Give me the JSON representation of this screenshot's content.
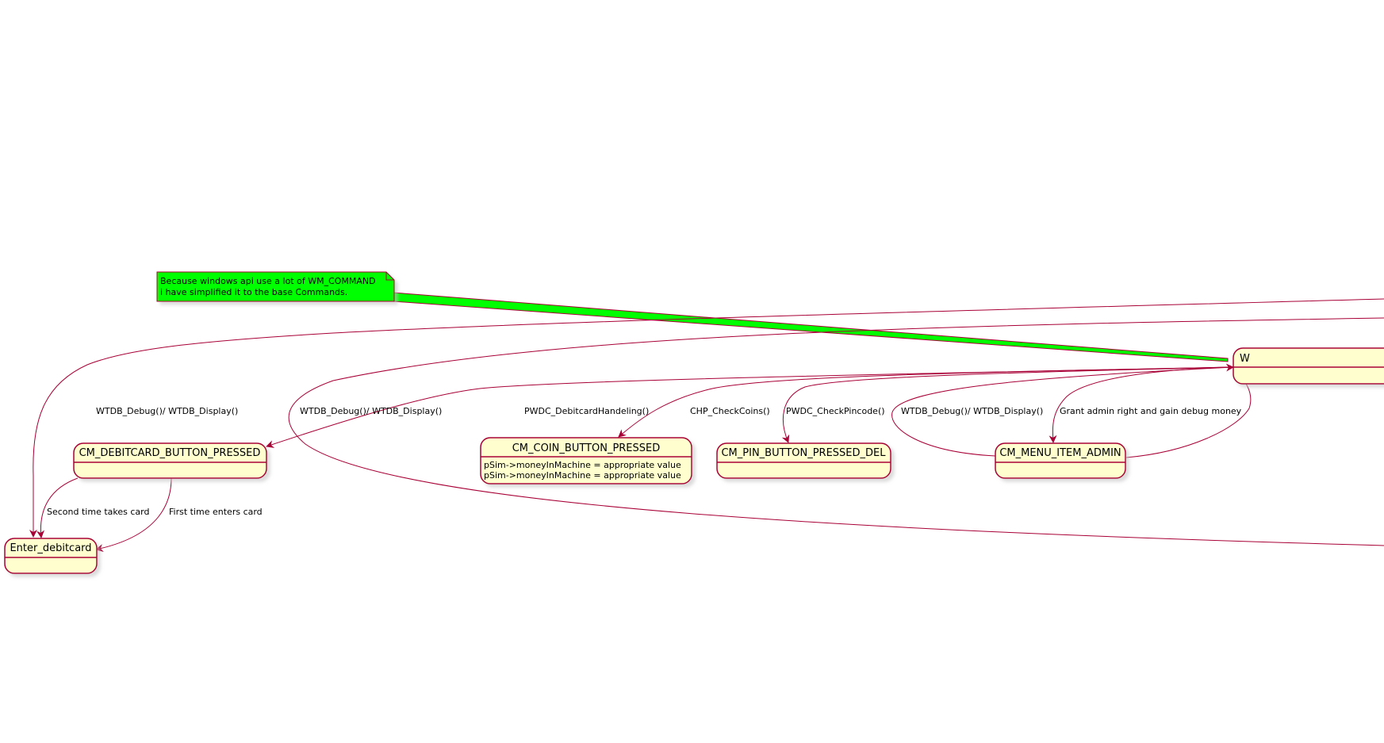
{
  "colors": {
    "state_fill": "#FEFECE",
    "state_border": "#A80036",
    "edge": "#A80036",
    "note_fill": "#00FF00",
    "shadow": "#999999"
  },
  "note": {
    "lines": [
      "Because windows api use a lot of WM_COMMAND",
      "i have simplified it to the base Commands."
    ]
  },
  "states": {
    "hub": {
      "name": "W"
    },
    "debitcard_button": {
      "name": "CM_DEBITCARD_BUTTON_PRESSED"
    },
    "coin_button": {
      "name": "CM_COIN_BUTTON_PRESSED",
      "body": [
        "pSim->moneyInMachine = appropriate value",
        "pSim->moneyInMachine = appropriate value"
      ]
    },
    "pin_button": {
      "name": "CM_PIN_BUTTON_PRESSED_DEL"
    },
    "menu_admin": {
      "name": "CM_MENU_ITEM_ADMIN"
    },
    "enter_debitcard": {
      "name": "Enter_debitcard"
    }
  },
  "edges": {
    "debug_to_enter": "WTDB_Debug()/ WTDB_Display()",
    "debug_long": "WTDB_Debug()/ WTDB_Display()",
    "debitcard_handling": "PWDC_DebitcardHandeling()",
    "check_coins": "CHP_CheckCoins()",
    "check_pincode": "PWDC_CheckPincode()",
    "admin_debug": "WTDB_Debug()/ WTDB_Display()",
    "grant_admin": "Grant admin right and gain debug money",
    "second_time": "Second time takes card",
    "first_time": "First time enters card"
  }
}
